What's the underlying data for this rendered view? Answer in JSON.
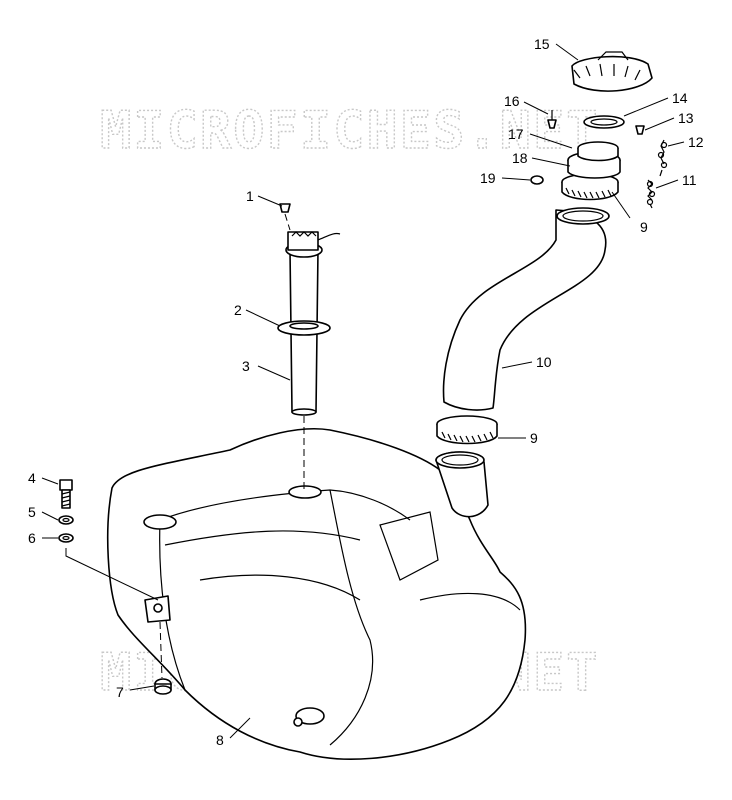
{
  "watermark": {
    "top": "MICROFICHES.NET",
    "bottom": "MICROFICHES.NET"
  },
  "callouts": [
    {
      "num": "1"
    },
    {
      "num": "2"
    },
    {
      "num": "3"
    },
    {
      "num": "4"
    },
    {
      "num": "5"
    },
    {
      "num": "6"
    },
    {
      "num": "7"
    },
    {
      "num": "8"
    },
    {
      "num": "9"
    },
    {
      "num": "9"
    },
    {
      "num": "10"
    },
    {
      "num": "11"
    },
    {
      "num": "12"
    },
    {
      "num": "13"
    },
    {
      "num": "14"
    },
    {
      "num": "15"
    },
    {
      "num": "16"
    },
    {
      "num": "17"
    },
    {
      "num": "18"
    },
    {
      "num": "19"
    }
  ]
}
